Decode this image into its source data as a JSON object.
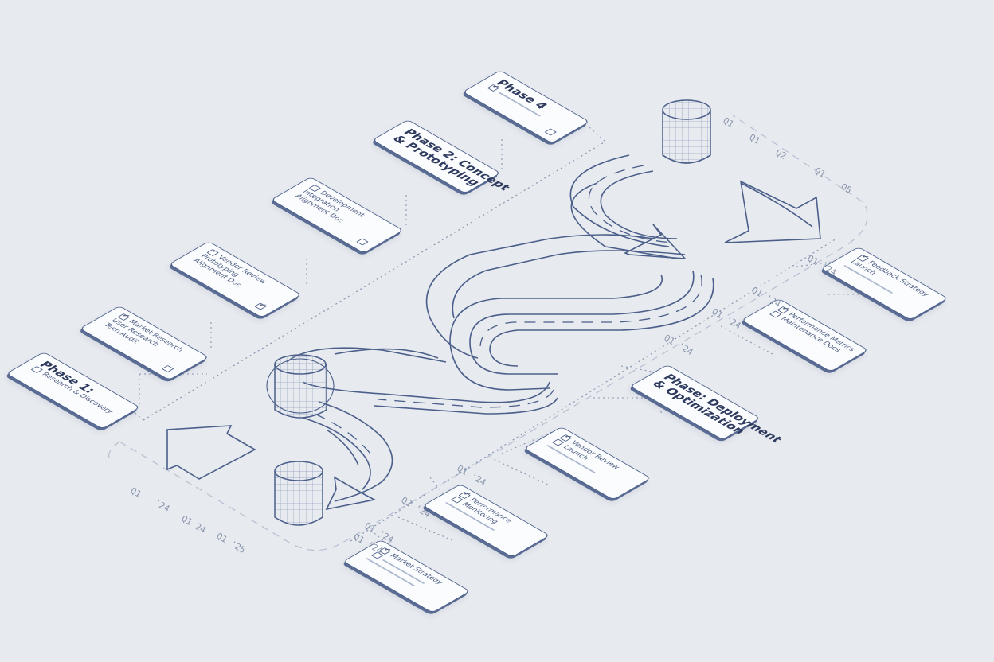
{
  "cards_left": [
    {
      "title": "Phase 1:",
      "sub": "Research & Discovery",
      "checkbox": false
    },
    {
      "title": "Market Research",
      "sub": "User Research",
      "sub2": "Tech Audit",
      "checkbox": true
    },
    {
      "title": "Vendor Review",
      "sub": "Prototyping",
      "sub2": "Alignment Doc",
      "checkbox": true
    },
    {
      "title": "Development",
      "sub": "Integration",
      "sub2": "Alignment Doc",
      "checkbox": false
    },
    {
      "title": "Phase 2: Concept",
      "sub": "& Prototyping"
    },
    {
      "title": "Phase 4",
      "sub": "",
      "checkbox": true
    }
  ],
  "cards_right": [
    {
      "title": "Feedback Strategy",
      "sub": "Launch"
    },
    {
      "title": "Performance Metrics",
      "sub": "Maintenance Docs"
    },
    {
      "title": "Phase: Deployment",
      "sub": "& Optimization"
    },
    {
      "title": "Vendor Review",
      "sub": "Launch"
    },
    {
      "title": "Performance",
      "sub": "Monitoring"
    },
    {
      "title": "Market Strategy",
      "sub": ""
    }
  ],
  "quarter_labels": {
    "top": [
      "Q1",
      "Q1",
      "Q2",
      "Q1",
      "Q5"
    ],
    "right": [
      "Q1 '24",
      "Q1 '24",
      "Q1 '24",
      "Q1 '24"
    ],
    "center": [
      "Q1 '24",
      "Q2 '24",
      "Q1 '24",
      "Q1 '24"
    ],
    "bottom": [
      "Q1",
      "'24",
      "Q1 24",
      "Q1 '25"
    ]
  },
  "colors": {
    "background": "#e7eaef",
    "stroke": "#4b5f8a",
    "card": "#fbfcfe",
    "dotted": "#8b97b2"
  }
}
